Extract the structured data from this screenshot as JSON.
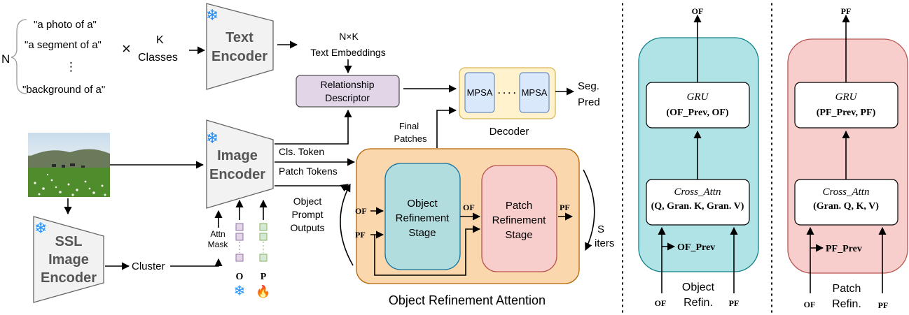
{
  "prompts": {
    "n_label": "N",
    "items": [
      "\"a photo of a\"",
      "\"a segment of a\"",
      "⋮",
      "\"background of a\""
    ],
    "times": "×",
    "k_label": "K",
    "classes_label": "Classes"
  },
  "text_encoder": {
    "line1": "Text",
    "line2": "Encoder"
  },
  "text_embeddings": {
    "line1": "N×K",
    "line2": "Text Embeddings"
  },
  "relationship_descriptor": {
    "line1": "Relationship",
    "line2": "Descriptor"
  },
  "decoder": {
    "block1": "MPSA",
    "dots": "· · · ·",
    "block2": "MPSA",
    "label": "Decoder"
  },
  "seg_pred": {
    "line1": "Seg.",
    "line2": "Pred"
  },
  "final_patches": {
    "line1": "Final",
    "line2": "Patches"
  },
  "image_encoder": {
    "line1": "Image",
    "line2": "Encoder"
  },
  "cls_token": "Cls. Token",
  "patch_tokens": "Patch Tokens",
  "object_prompt_outputs": {
    "line1": "Object",
    "line2": "Prompt",
    "line3": "Outputs"
  },
  "ssl_encoder": {
    "line1": "SSL",
    "line2": "Image",
    "line3": "Encoder"
  },
  "cluster_label": "Cluster",
  "attn_mask": {
    "line1": "Attn",
    "line2": "Mask"
  },
  "tokens": {
    "o_label": "O",
    "p_label": "P",
    "snow": "❄",
    "fire": "🔥"
  },
  "ora": {
    "title": "Object Refinement Attention",
    "object_stage": {
      "line1": "Object",
      "line2": "Refinement",
      "line3": "Stage"
    },
    "patch_stage": {
      "line1": "Patch",
      "line2": "Refinement",
      "line3": "Stage"
    },
    "of": "OF",
    "pf": "PF",
    "s_iters": {
      "line1": "S",
      "line2": "iters"
    }
  },
  "object_refin": {
    "top_out": "OF",
    "gru_title": "GRU",
    "gru_args": "(OF_Prev, OF)",
    "cross_title": "Cross_Attn",
    "cross_args": "(Q, Gran. K, Gran. V)",
    "prev": "OF_Prev",
    "in_left": "OF",
    "in_right": "PF",
    "label1": "Object",
    "label2": "Refin."
  },
  "patch_refin": {
    "top_out": "PF",
    "gru_title": "GRU",
    "gru_args": "(PF_Prev, PF)",
    "cross_title": "Cross_Attn",
    "cross_args": "(Gran. Q, K, V)",
    "prev": "PF_Prev",
    "in_left": "OF",
    "in_right": "PF",
    "label1": "Patch",
    "label2": "Refin."
  },
  "colors": {
    "encoder_fill": "#f2f2f2",
    "relationship_fill": "#e1d5e7",
    "decoder_fill": "#fff2cc",
    "mpsa_fill": "#dae8fc",
    "ora_fill": "#fad7ac",
    "object_stage_fill": "#b1ddde",
    "patch_stage_fill": "#f8cecc",
    "object_panel_fill": "#b0e3e6",
    "patch_panel_fill": "#f8cecc",
    "snowflake": "#1e90ff"
  }
}
